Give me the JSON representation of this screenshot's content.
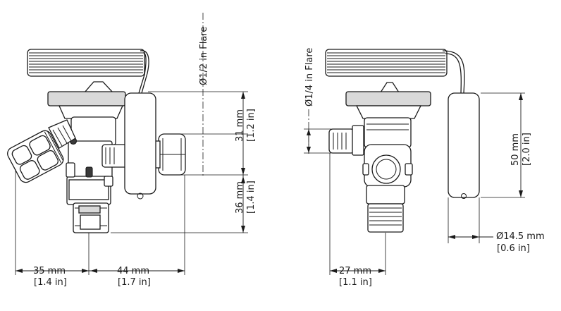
{
  "left_view": {
    "flare_label": "Ø1/2 in Flare",
    "dim_31": {
      "mm": "31 mm",
      "in": "[1.2 in]"
    },
    "dim_36": {
      "mm": "36 mm",
      "in": "[1.4 in]"
    },
    "dim_35": {
      "mm": "35 mm",
      "in": "[1.4 in]"
    },
    "dim_44": {
      "mm": "44 mm",
      "in": "[1.7 in]"
    }
  },
  "right_view": {
    "flare_label": "Ø1/4 in Flare",
    "dim_50": {
      "mm": "50 mm",
      "in": "[2.0 in]"
    },
    "dim_14_5": {
      "mm": "Ø14.5 mm",
      "in": "[0.6 in]"
    },
    "dim_27": {
      "mm": "27 mm",
      "in": "[1.1 in]"
    }
  }
}
